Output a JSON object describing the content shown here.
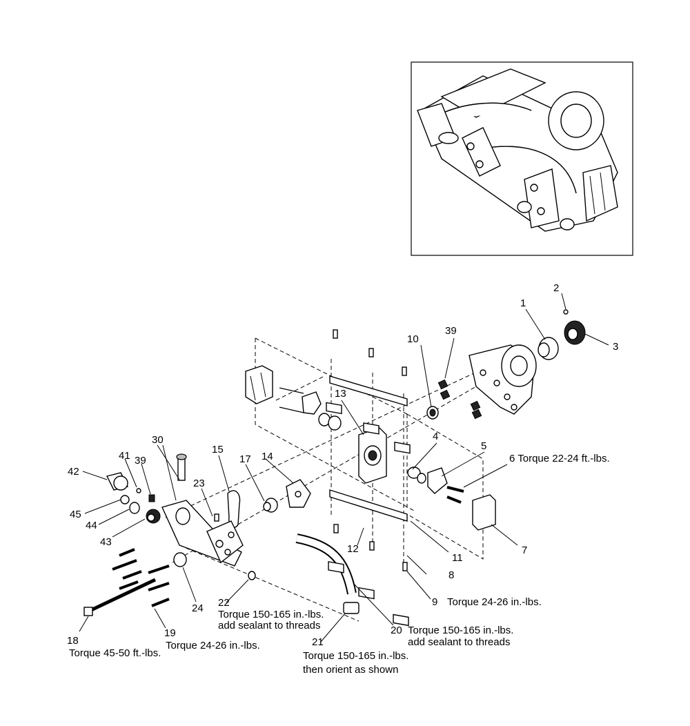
{
  "callouts": {
    "c1": "1",
    "c2": "2",
    "c3": "3",
    "c4": "4",
    "c5": "5",
    "c7": "7",
    "c8": "8",
    "c9": "9",
    "c10": "10",
    "c11": "11",
    "c12": "12",
    "c13": "13",
    "c14": "14",
    "c15": "15",
    "c17": "17",
    "c18": "18",
    "c19": "19",
    "c20": "20",
    "c21": "21",
    "c22": "22",
    "c23": "23",
    "c24": "24",
    "c30": "30",
    "c39a": "39",
    "c39b": "39",
    "c41": "41",
    "c42": "42",
    "c43": "43",
    "c44": "44",
    "c45": "45"
  },
  "notes": {
    "n6": "6 Torque 22-24 ft.-lbs.",
    "n9": "Torque 24-26 in.-lbs.",
    "n18": "Torque 45-50 ft.-lbs.",
    "n19": "Torque 24-26 in.-lbs.",
    "n20a": "Torque 150-165 in.-lbs.",
    "n20b": "add sealant to threads",
    "n21a": "Torque 150-165 in.-lbs.",
    "n21b": "then orient as shown",
    "n22a": "Torque 150-165 in.-lbs.",
    "n22b": "add sealant to threads"
  }
}
